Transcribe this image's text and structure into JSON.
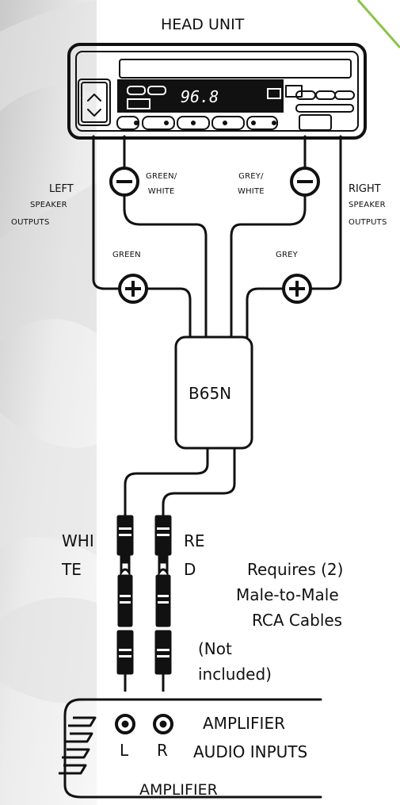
{
  "head_unit": {
    "title": "HEAD UNIT",
    "display_frequency": "96.8"
  },
  "wires": {
    "left_negative": "GREEN/\nWHITE",
    "right_negative": "GREY/\nWHITE",
    "left_positive": "GREEN",
    "right_positive": "GREY"
  },
  "outputs": {
    "left_line1": "LEFT",
    "left_line2": "SPEAKER",
    "left_line3": "OUTPUTS",
    "right_line1": "RIGHT",
    "right_line2": "SPEAKER",
    "right_line3": "OUTPUTS"
  },
  "converter": {
    "model": "B65N"
  },
  "rca": {
    "white_part1": "WHI",
    "white_part2": "TE",
    "red_part1": "RE",
    "red_part2": "D",
    "note_line1": "Requires (2)",
    "note_line2": "Male-to-Male",
    "note_line3": "RCA Cables",
    "not_included_line1": "(Not",
    "not_included_line2": "included)"
  },
  "amplifier": {
    "inputs_line1": "AMPLIFIER",
    "inputs_line2": "AUDIO INPUTS",
    "jack_left": "L",
    "jack_right": "R",
    "title": "AMPLIFIER"
  },
  "colors": {
    "accent_green": "#8bc34a",
    "line": "#111111",
    "background_light": "#f2f2f2",
    "background_grey": "#d9d9d9"
  }
}
